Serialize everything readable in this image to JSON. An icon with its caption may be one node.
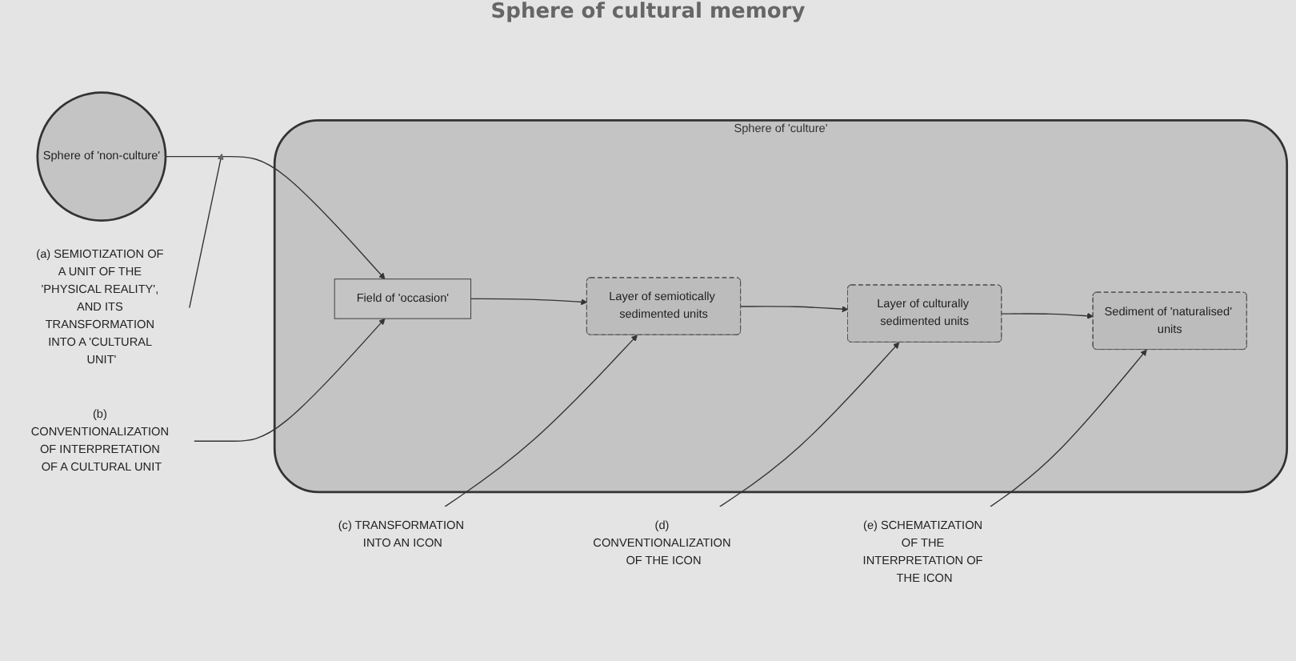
{
  "diagram": {
    "nodes": [
      {
        "text": [
          "Sphere of 'non-culture'"
        ]
      },
      {
        "text": [
          "Sphere of 'culture'"
        ]
      },
      {
        "text": [
          "Field of 'occasion'"
        ],
        "in": 1
      },
      {
        "text": [
          "Layer of semiotically sedimented units"
        ],
        "in": 1
      },
      {
        "text": [
          "Layer of culturally sedimented units"
        ],
        "in": 1
      },
      {
        "text": [
          "Sediment of 'naturalised' units"
        ],
        "in": 1
      },
      {
        "text": [
          "(a) SEMIOTIZATION OF A UNIT OF THE 'PHYSICAL REALITY', AND ITS TRANSFORMATION INTO A 'CULTURAL UNIT'"
        ]
      },
      {
        "text": [
          "(b) CONVENTIONALIZATION OF INTERPRETATION OF A CULTURAL UNIT"
        ]
      },
      {
        "text": [
          "(c) TRANSFORMATION INTO AN ICON"
        ]
      },
      {
        "text": [
          "(d) CONVENTIONALIZATION OF THE ICON"
        ]
      },
      {
        "text": [
          "(e) SCHEMATIZATION OF THE INTERPRETATION OF THE ICON"
        ]
      }
    ],
    "edges": [
      {
        "from": 0,
        "to": 2,
        "arrow": "to"
      },
      {
        "from": 2,
        "to": 3,
        "arrow": "to"
      },
      {
        "from": 3,
        "to": 4,
        "arrow": "to"
      },
      {
        "from": 4,
        "to": 5,
        "arrow": "to"
      },
      {
        "from": 6,
        "to": null,
        "arrow": "to"
      },
      {
        "from": 7,
        "to": 2,
        "arrow": "to"
      },
      {
        "from": 8,
        "to": 3,
        "arrow": "to"
      },
      {
        "from": 9,
        "to": 4,
        "arrow": "to"
      },
      {
        "from": 10,
        "to": 5,
        "arrow": "to"
      }
    ],
    "labels": [
      "Sphere of cultural memory"
    ]
  }
}
